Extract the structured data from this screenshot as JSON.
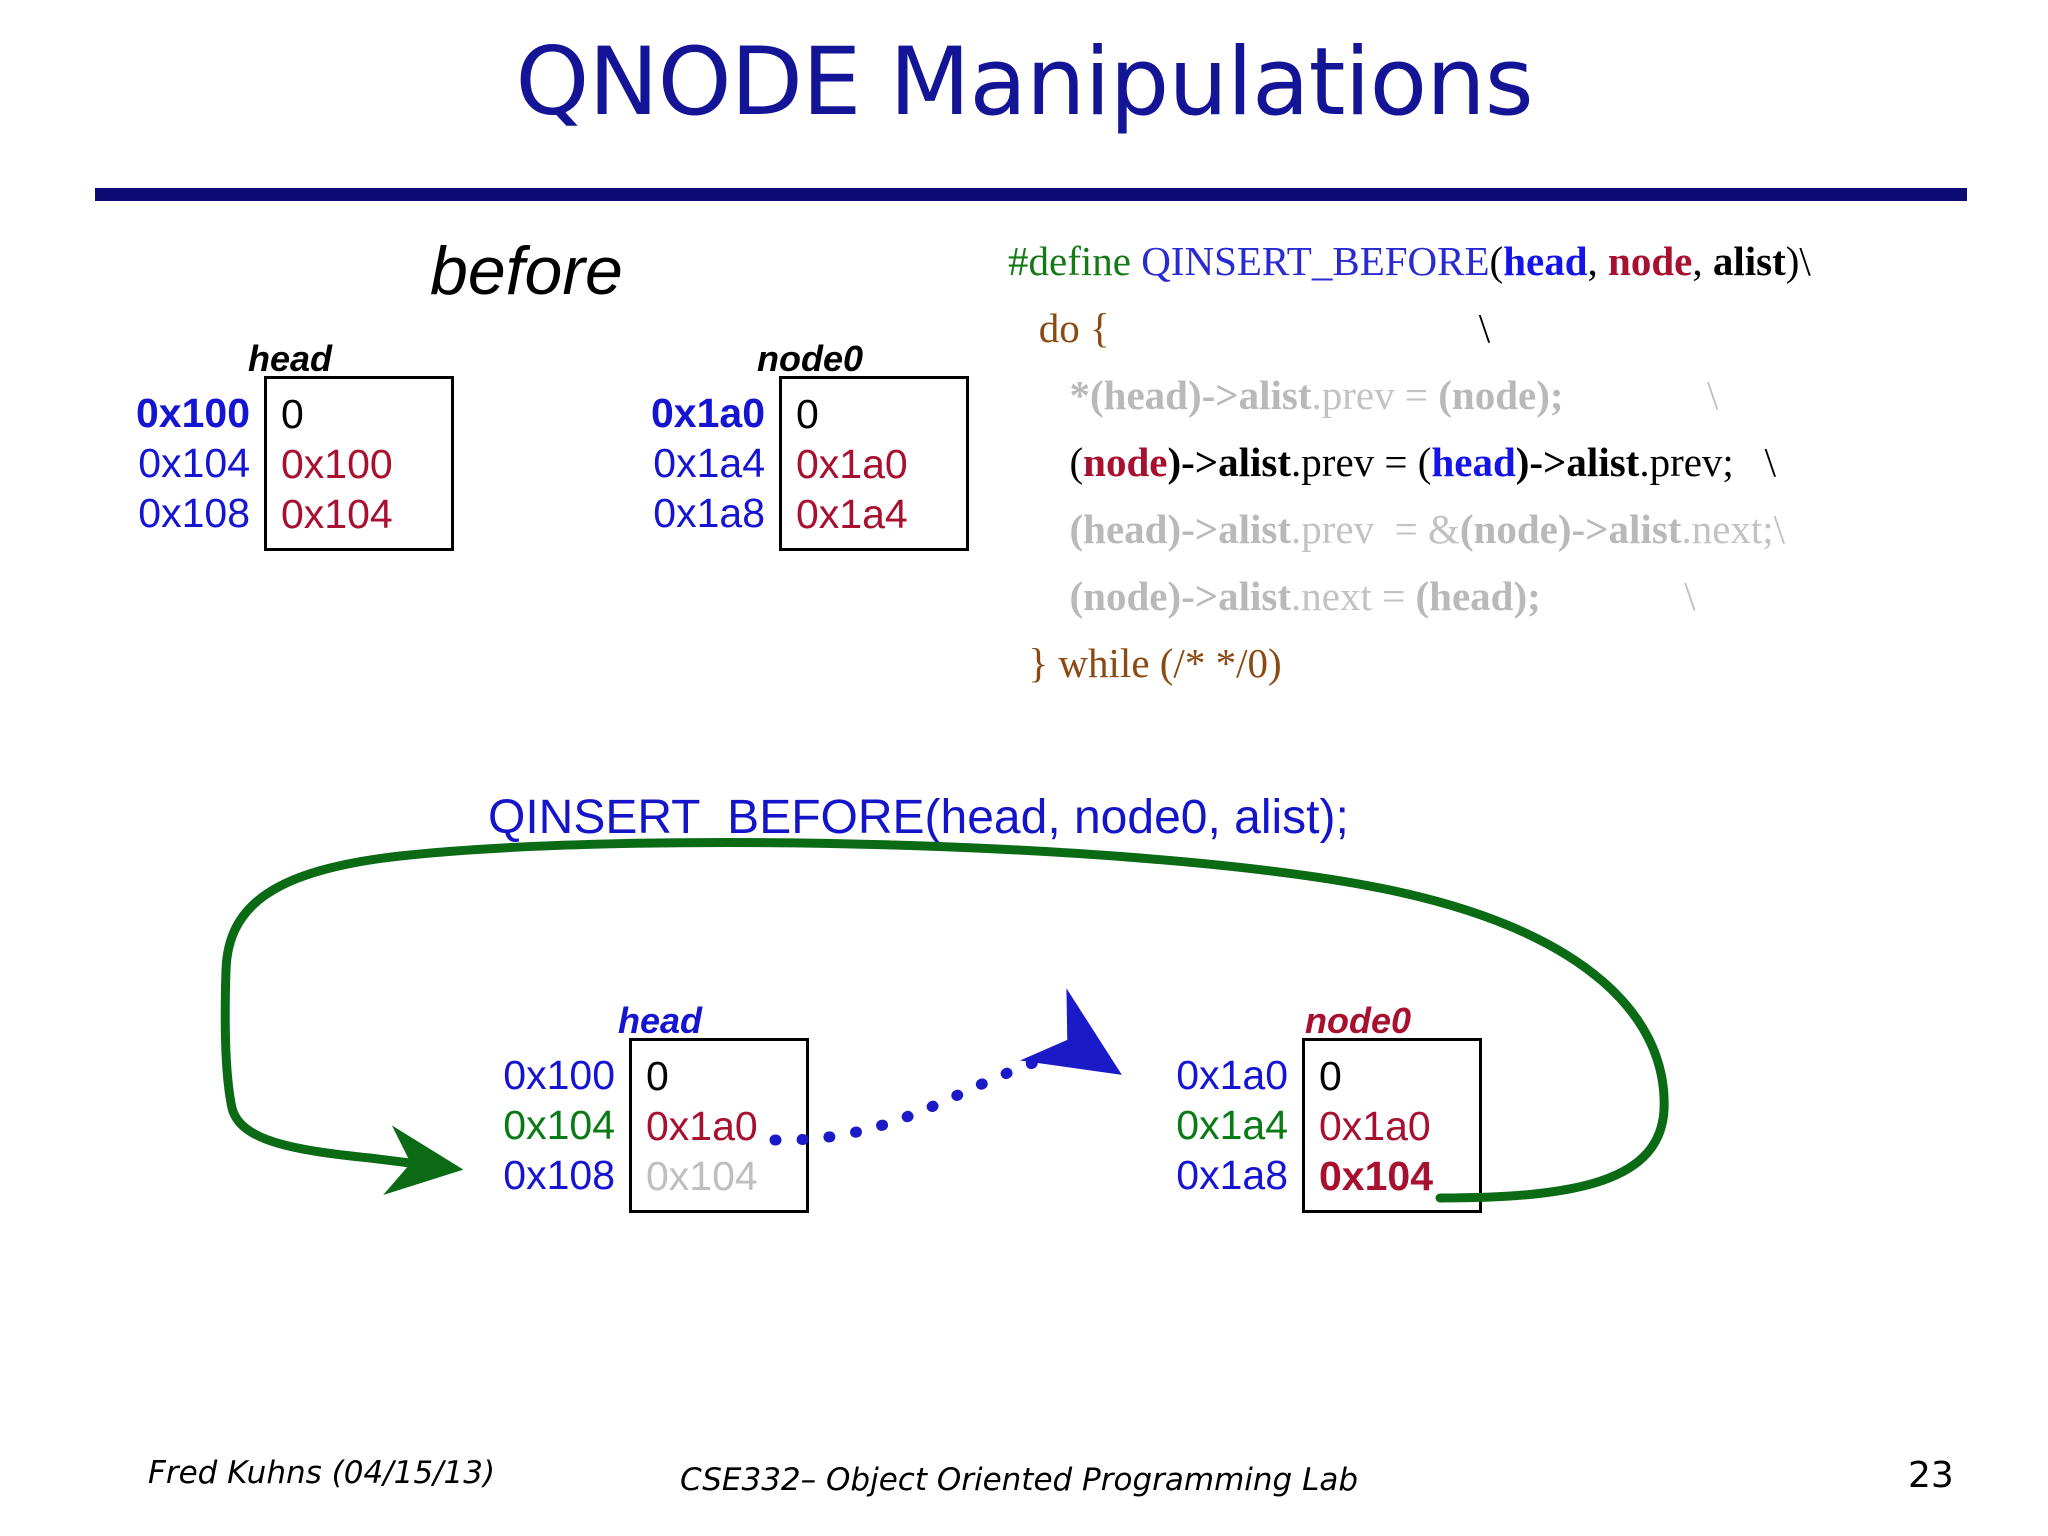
{
  "slide": {
    "title": "QNODE Manipulations",
    "before_caption": "before",
    "call_line": "QINSERT_BEFORE(head, node0, alist);"
  },
  "colors": {
    "title_blue": "#141496",
    "rule_navy": "#0c0c74",
    "address_blue": "#1414d2",
    "address_green": "#0a7a14",
    "value_red": "#a81030",
    "value_gray": "#bfbfbf",
    "arrow_green": "#0a6b14",
    "arrow_blue": "#1a1ac8",
    "code_green": "#157a15",
    "code_brown": "#8a4a12",
    "code_dim": "#c2c2c2"
  },
  "before_diagram": {
    "head": {
      "label": "head",
      "label_color": "black",
      "rows": [
        {
          "address": "0x100",
          "address_style": "c-blue-b",
          "value": "0",
          "value_style": "c-black"
        },
        {
          "address": "0x104",
          "address_style": "c-blue",
          "value": "0x100",
          "value_style": "c-red"
        },
        {
          "address": "0x108",
          "address_style": "c-blue",
          "value": "0x104",
          "value_style": "c-red"
        }
      ]
    },
    "node0": {
      "label": "node0",
      "label_color": "black",
      "rows": [
        {
          "address": "0x1a0",
          "address_style": "c-blue-b",
          "value": "0",
          "value_style": "c-black"
        },
        {
          "address": "0x1a4",
          "address_style": "c-blue",
          "value": "0x1a0",
          "value_style": "c-red"
        },
        {
          "address": "0x1a8",
          "address_style": "c-blue",
          "value": "0x1a4",
          "value_style": "c-red"
        }
      ]
    }
  },
  "after_diagram": {
    "head": {
      "label": "head",
      "label_color": "#1414d2",
      "rows": [
        {
          "address": "0x100",
          "address_style": "c-blue",
          "value": "0",
          "value_style": "c-black"
        },
        {
          "address": "0x104",
          "address_style": "c-green",
          "value": "0x1a0",
          "value_style": "c-red"
        },
        {
          "address": "0x108",
          "address_style": "c-blue",
          "value": "0x104",
          "value_style": "c-gray"
        }
      ]
    },
    "node0": {
      "label": "node0",
      "label_color": "#a81030",
      "rows": [
        {
          "address": "0x1a0",
          "address_style": "c-blue",
          "value": "0",
          "value_style": "c-black"
        },
        {
          "address": "0x1a4",
          "address_style": "c-green",
          "value": "0x1a0",
          "value_style": "c-red"
        },
        {
          "address": "0x1a8",
          "address_style": "c-blue",
          "value": "0x104",
          "value_style": "c-red-b"
        }
      ]
    }
  },
  "code": {
    "lines": [
      {
        "id": "define-line",
        "indent": 0,
        "tokens": [
          {
            "t": "#define ",
            "c": "k-green"
          },
          {
            "t": "QINSERT_BEFORE",
            "c": "k-blue"
          },
          {
            "t": "(",
            "c": "k-plain"
          },
          {
            "t": "head",
            "c": "k-head"
          },
          {
            "t": ", ",
            "c": "k-plain"
          },
          {
            "t": "node",
            "c": "k-node"
          },
          {
            "t": ", ",
            "c": "k-plain"
          },
          {
            "t": "alist",
            "c": "k-alist"
          },
          {
            "t": ")\\",
            "c": "k-plain"
          }
        ]
      },
      {
        "id": "do-line",
        "indent": 1,
        "tokens": [
          {
            "t": "do {",
            "c": "k-brown"
          },
          {
            "t": "                                    \\",
            "c": "k-plain"
          }
        ]
      },
      {
        "id": "stmt-1",
        "indent": 2,
        "tokens": [
          {
            "t": "*(head)->",
            "c": "k-dim-b"
          },
          {
            "t": "alist",
            "c": "k-dim-b"
          },
          {
            "t": ".prev = ",
            "c": "k-dim"
          },
          {
            "t": "(node);",
            "c": "k-dim-b"
          },
          {
            "t": "              \\",
            "c": "k-dim"
          }
        ]
      },
      {
        "id": "stmt-2-active",
        "indent": 2,
        "tokens": [
          {
            "t": "(",
            "c": "k-plain"
          },
          {
            "t": "node",
            "c": "k-node"
          },
          {
            "t": ")->",
            "c": "k-bold"
          },
          {
            "t": "alist",
            "c": "k-bold"
          },
          {
            "t": ".prev = ",
            "c": "k-plain"
          },
          {
            "t": "(",
            "c": "k-plain"
          },
          {
            "t": "head",
            "c": "k-head"
          },
          {
            "t": ")->",
            "c": "k-bold"
          },
          {
            "t": "alist",
            "c": "k-bold"
          },
          {
            "t": ".prev;",
            "c": "k-plain"
          },
          {
            "t": "   \\",
            "c": "k-plain"
          }
        ]
      },
      {
        "id": "stmt-3",
        "indent": 2,
        "tokens": [
          {
            "t": "(head)->",
            "c": "k-dim-b"
          },
          {
            "t": "alist",
            "c": "k-dim-b"
          },
          {
            "t": ".prev  = &",
            "c": "k-dim"
          },
          {
            "t": "(node)->",
            "c": "k-dim-b"
          },
          {
            "t": "alist",
            "c": "k-dim-b"
          },
          {
            "t": ".next;\\",
            "c": "k-dim"
          }
        ]
      },
      {
        "id": "stmt-4",
        "indent": 2,
        "tokens": [
          {
            "t": "(node)->",
            "c": "k-dim-b"
          },
          {
            "t": "alist",
            "c": "k-dim-b"
          },
          {
            "t": ".next = ",
            "c": "k-dim"
          },
          {
            "t": "(head);",
            "c": "k-dim-b"
          },
          {
            "t": "              \\",
            "c": "k-dim"
          }
        ]
      },
      {
        "id": "while-line",
        "indent": 0,
        "tokens": [
          {
            "t": "  } while (/* */0)",
            "c": "k-brown"
          }
        ]
      }
    ]
  },
  "footer": {
    "author": "Fred Kuhns (04/15/13)",
    "course": "CSE332– Object Oriented Programming Lab",
    "page": "23"
  }
}
